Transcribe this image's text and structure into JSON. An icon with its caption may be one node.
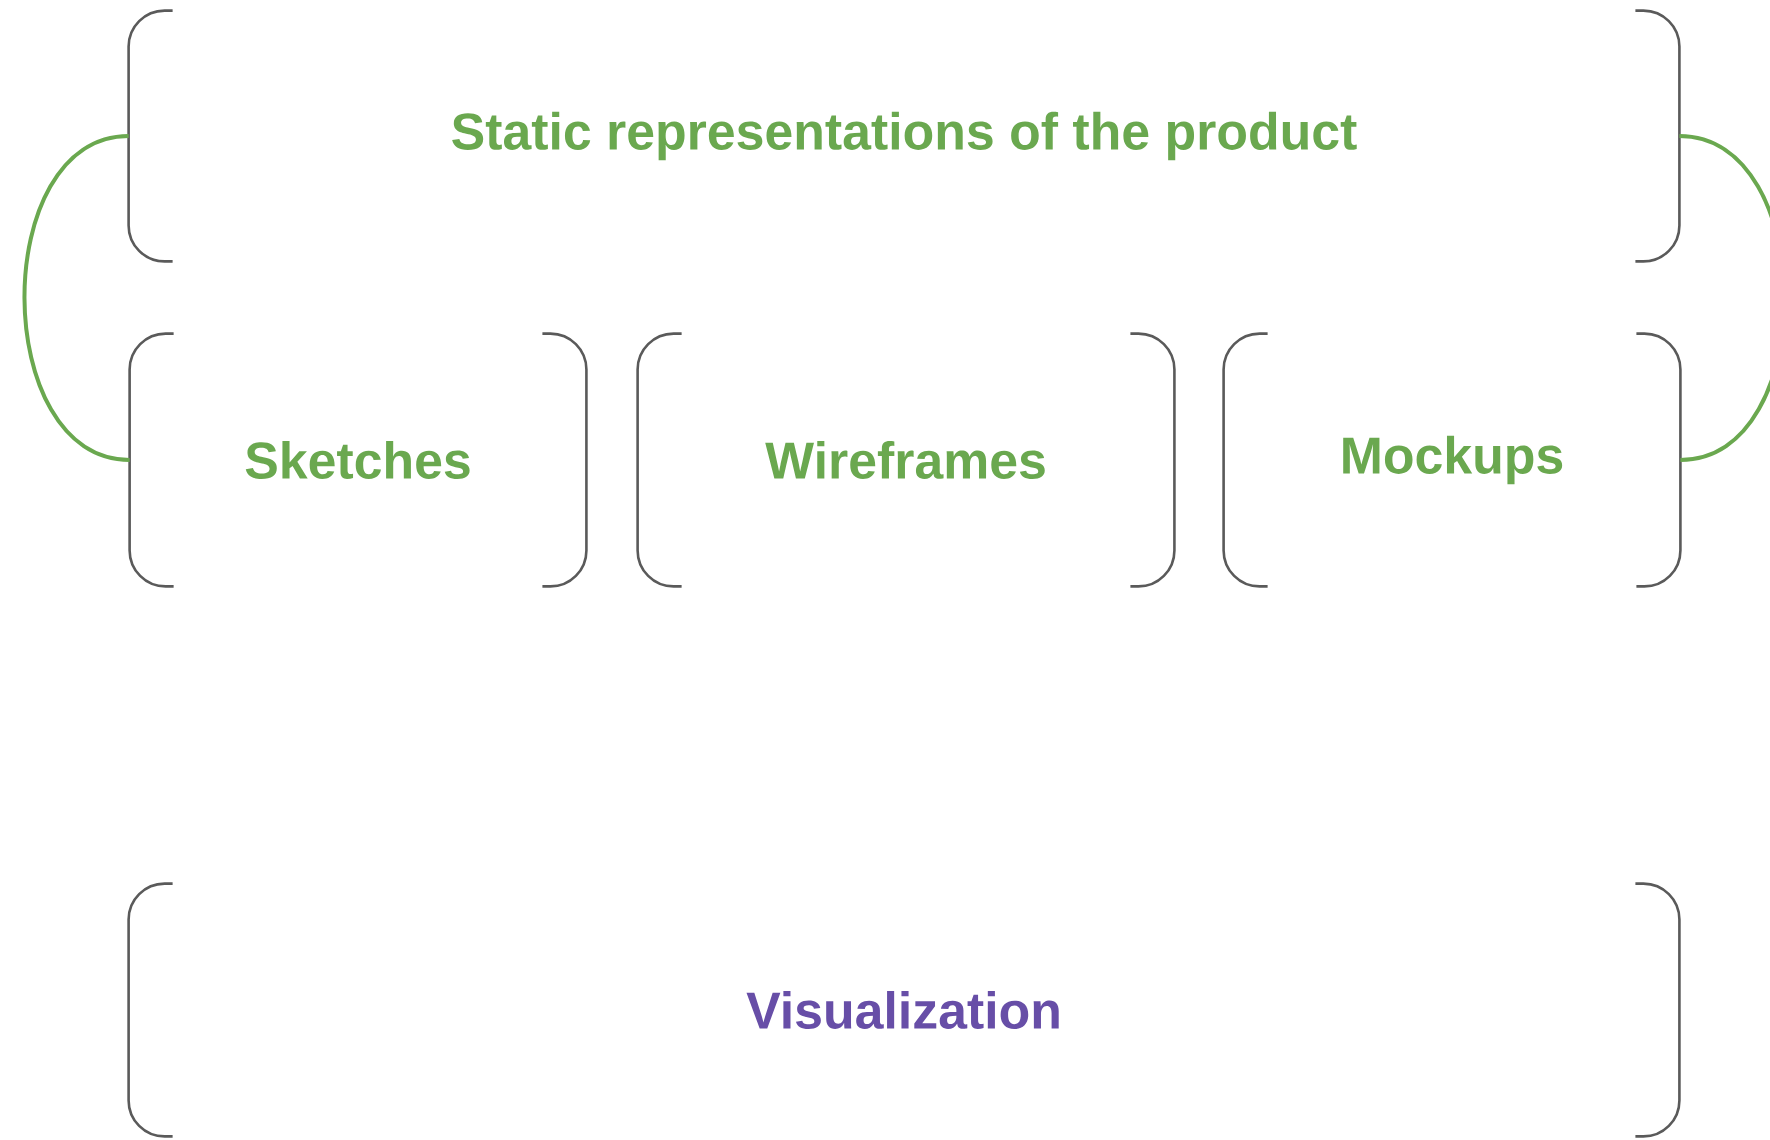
{
  "diagram": {
    "nodes": [
      {
        "text": [
          "Static representations of the product"
        ]
      },
      {
        "text": [
          "Sketches"
        ]
      },
      {
        "text": [
          "Wireframes"
        ]
      },
      {
        "text": [
          "Mockups"
        ]
      },
      {
        "text": [
          "Visualization"
        ]
      }
    ],
    "edges": [
      {
        "from": 0,
        "to": 1,
        "arrow": "none"
      },
      {
        "from": 0,
        "to": 3,
        "arrow": "none"
      }
    ]
  }
}
